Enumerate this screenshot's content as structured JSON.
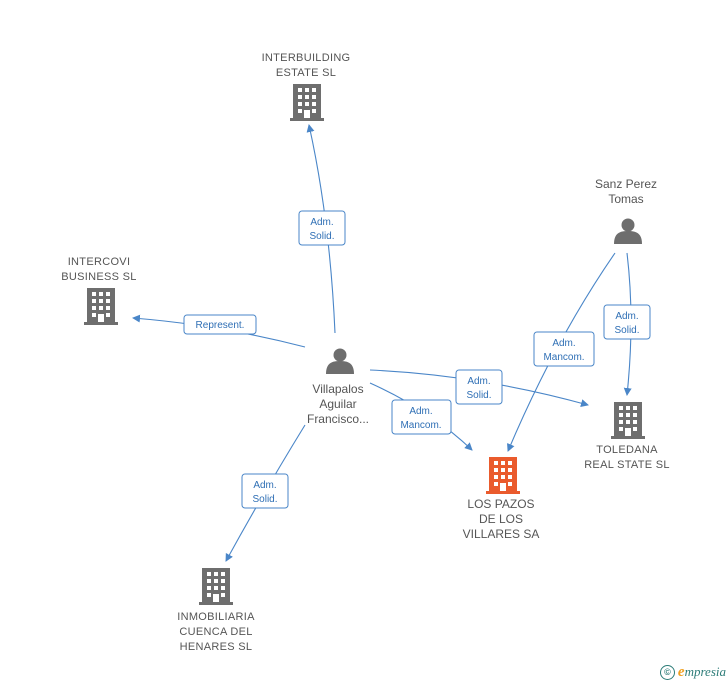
{
  "colors": {
    "edge": "#4a86c8",
    "building": "#6e6e6e",
    "building_highlight": "#ea5b2d",
    "person": "#6e6e6e",
    "label": "#555555",
    "brand": "#2c7c78",
    "brand_accent": "#f0a020"
  },
  "nodes": {
    "interbuilding": {
      "line1": "INTERBUILDING",
      "line2": "ESTATE SL",
      "icon": "building-icon"
    },
    "intercovi": {
      "line1": "INTERCOVI",
      "line2": "BUSINESS SL",
      "icon": "building-icon"
    },
    "villapalos": {
      "line1": "Villapalos",
      "line2": "Aguilar",
      "line3": "Francisco...",
      "icon": "person-icon"
    },
    "sanz": {
      "line1": "Sanz Perez",
      "line2": "Tomas",
      "icon": "person-icon"
    },
    "toledana": {
      "line1": "TOLEDANA",
      "line2": "REAL STATE SL",
      "icon": "building-icon"
    },
    "lospazos": {
      "line1": "LOS PAZOS",
      "line2": "DE LOS",
      "line3": "VILLARES SA",
      "icon": "building-icon"
    },
    "inmobiliaria": {
      "line1": "INMOBILIARIA",
      "line2": "CUENCA DEL",
      "line3": "HENARES SL",
      "icon": "building-icon"
    }
  },
  "edges": {
    "e1": {
      "line1": "Adm.",
      "line2": "Solid."
    },
    "e2": {
      "line1": "Represent."
    },
    "e3": {
      "line1": "Adm.",
      "line2": "Solid."
    },
    "e4": {
      "line1": "Adm.",
      "line2": "Mancom."
    },
    "e5": {
      "line1": "Adm.",
      "line2": "Solid."
    },
    "e6": {
      "line1": "Adm.",
      "line2": "Mancom."
    },
    "e7": {
      "line1": "Adm.",
      "line2": "Solid."
    }
  },
  "brand": {
    "copyright": "©",
    "initial": "e",
    "name": "mpresia"
  }
}
